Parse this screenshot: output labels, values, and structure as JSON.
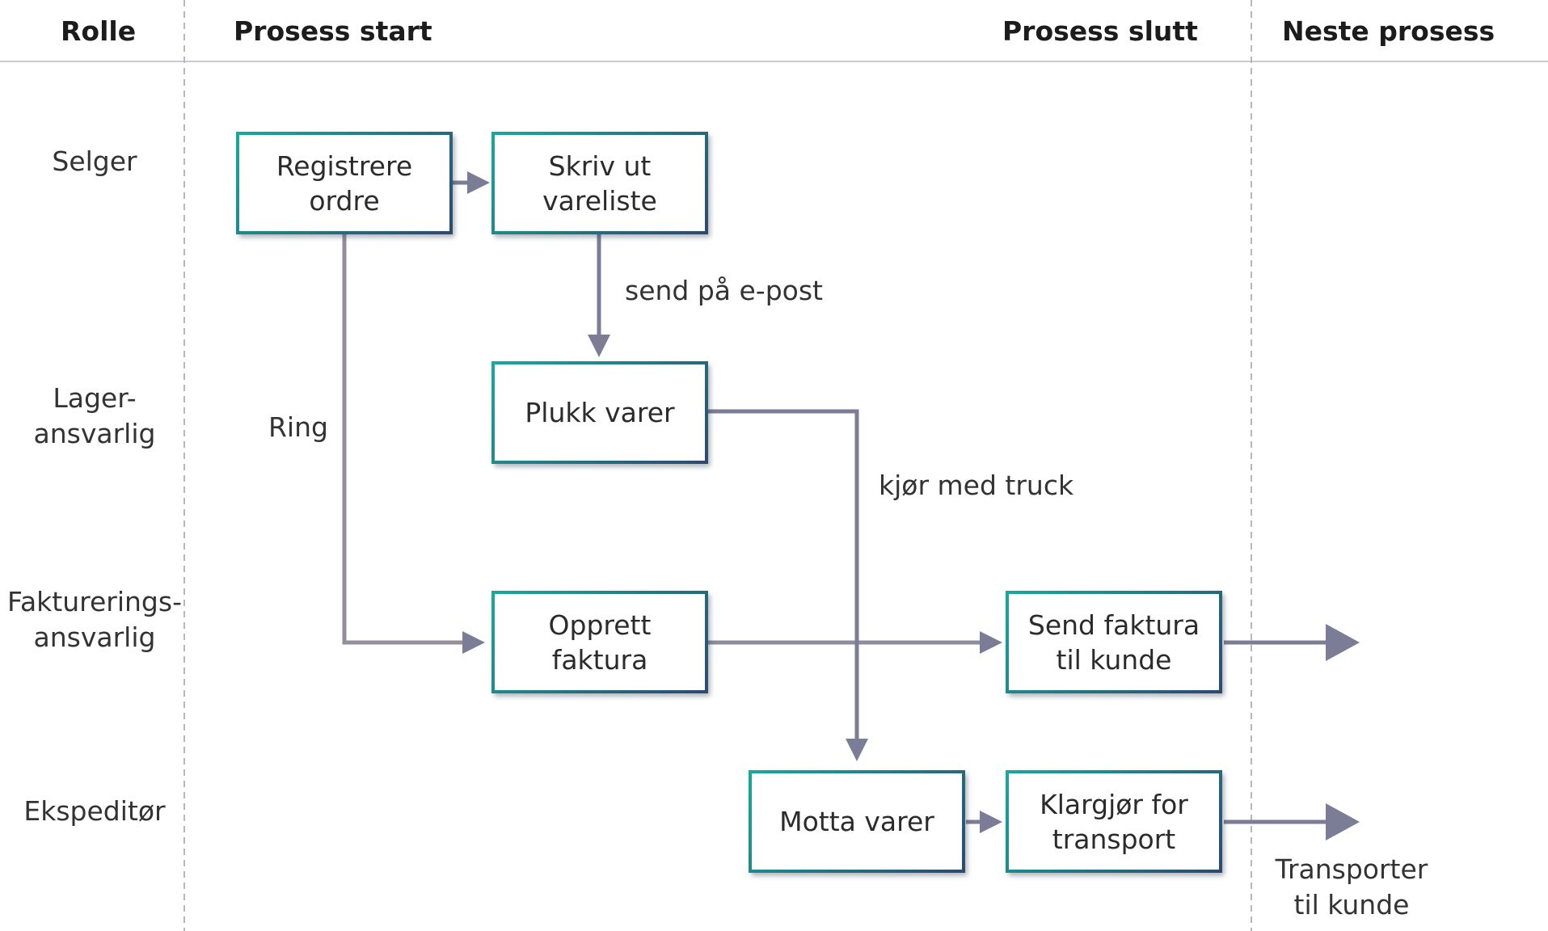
{
  "header": {
    "role": "Rolle",
    "start": "Prosess start",
    "end": "Prosess slutt",
    "next": "Neste prosess"
  },
  "roles": [
    {
      "lines": [
        "Selger"
      ]
    },
    {
      "lines": [
        "Lager-",
        "ansvarlig"
      ]
    },
    {
      "lines": [
        "Fakturerings-",
        "ansvarlig"
      ]
    },
    {
      "lines": [
        "Ekspeditør"
      ]
    }
  ],
  "steps": {
    "register_order": {
      "lines": [
        "Registrere",
        "ordre"
      ]
    },
    "print_list": {
      "lines": [
        "Skriv ut",
        "vareliste"
      ]
    },
    "pick_goods": {
      "lines": [
        "Plukk varer"
      ]
    },
    "create_invoice": {
      "lines": [
        "Opprett",
        "faktura"
      ]
    },
    "send_invoice": {
      "lines": [
        "Send faktura",
        "til kunde"
      ]
    },
    "receive_goods": {
      "lines": [
        "Motta varer"
      ]
    },
    "prepare_transport": {
      "lines": [
        "Klargjør for",
        "transport"
      ]
    }
  },
  "edge_labels": {
    "email": "send på e-post",
    "phone": "Ring",
    "truck": "kjør med truck"
  },
  "outcome": {
    "lines": [
      "Transporter",
      "til kunde"
    ]
  },
  "colors": {
    "box_border_gradient": [
      "#19a89b",
      "#2d4a6e"
    ],
    "arrow": "#7b7d96",
    "arrow_ring": "#958d9c",
    "grid_line": "#c9cbd8",
    "divider": "#b8b8b8"
  }
}
